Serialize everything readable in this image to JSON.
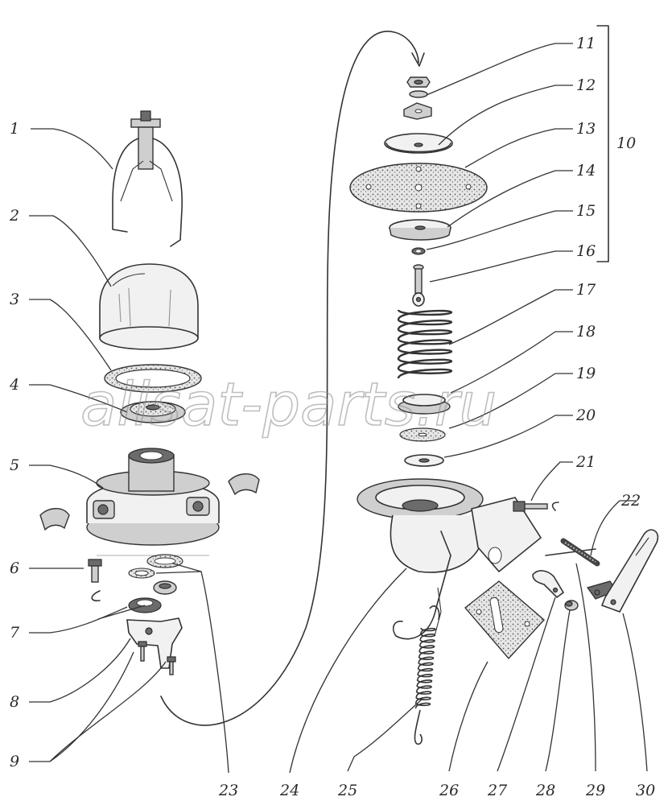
{
  "watermark": "alisat-parts.ru",
  "callouts": {
    "n1": "1",
    "n2": "2",
    "n3": "3",
    "n4": "4",
    "n5": "5",
    "n6": "6",
    "n7": "7",
    "n8": "8",
    "n9": "9",
    "n10": "10",
    "n11": "11",
    "n12": "12",
    "n13": "13",
    "n14": "14",
    "n15": "15",
    "n16": "16",
    "n17": "17",
    "n18": "18",
    "n19": "19",
    "n20": "20",
    "n21": "21",
    "n22": "22",
    "n23": "23",
    "n24": "24",
    "n25": "25",
    "n26": "26",
    "n27": "27",
    "n28": "28",
    "n29": "29",
    "n30": "30"
  }
}
